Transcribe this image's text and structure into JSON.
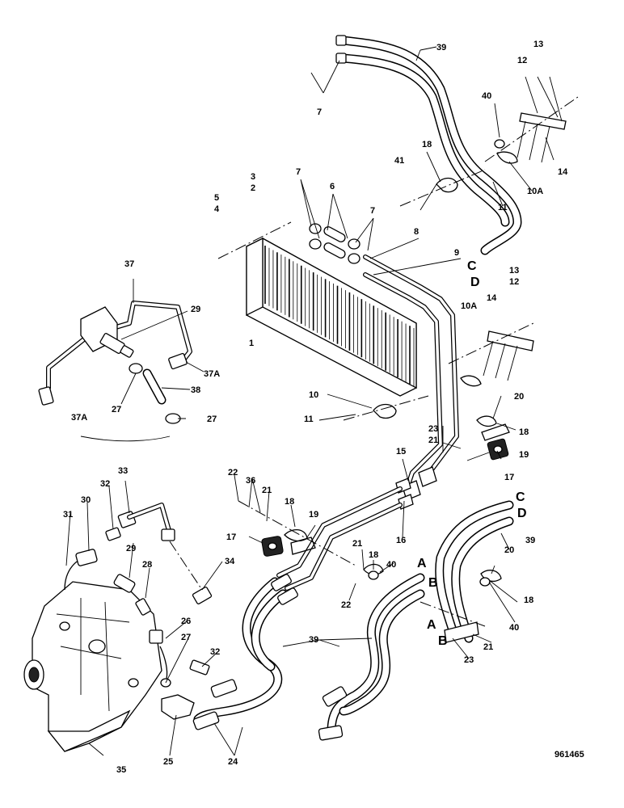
{
  "labels": [
    {
      "id": "39",
      "text": "39"
    },
    {
      "id": "13",
      "text": "13"
    },
    {
      "id": "12",
      "text": "12"
    },
    {
      "id": "7",
      "text": "7"
    },
    {
      "id": "40",
      "text": "40"
    },
    {
      "id": "18",
      "text": "18"
    },
    {
      "id": "41",
      "text": "41"
    },
    {
      "id": "14",
      "text": "14"
    },
    {
      "id": "10A",
      "text": "10A"
    },
    {
      "id": "11",
      "text": "11"
    },
    {
      "id": "3",
      "text": "3"
    },
    {
      "id": "2",
      "text": "2"
    },
    {
      "id": "6",
      "text": "6"
    },
    {
      "id": "5",
      "text": "5"
    },
    {
      "id": "4",
      "text": "4"
    },
    {
      "id": "8",
      "text": "8"
    },
    {
      "id": "9",
      "text": "9"
    },
    {
      "id": "C",
      "text": "C"
    },
    {
      "id": "D",
      "text": "D"
    },
    {
      "id": "37",
      "text": "37"
    },
    {
      "id": "29",
      "text": "29"
    },
    {
      "id": "1",
      "text": "1"
    },
    {
      "id": "37A",
      "text": "37A"
    },
    {
      "id": "27",
      "text": "27"
    },
    {
      "id": "38",
      "text": "38"
    },
    {
      "id": "10",
      "text": "10"
    },
    {
      "id": "20",
      "text": "20"
    },
    {
      "id": "23",
      "text": "23"
    },
    {
      "id": "21",
      "text": "21"
    },
    {
      "id": "19",
      "text": "19"
    },
    {
      "id": "17",
      "text": "17"
    },
    {
      "id": "15",
      "text": "15"
    },
    {
      "id": "33",
      "text": "33"
    },
    {
      "id": "32",
      "text": "32"
    },
    {
      "id": "30",
      "text": "30"
    },
    {
      "id": "31",
      "text": "31"
    },
    {
      "id": "22",
      "text": "22"
    },
    {
      "id": "36",
      "text": "36"
    },
    {
      "id": "16",
      "text": "16"
    },
    {
      "id": "28",
      "text": "28"
    },
    {
      "id": "34",
      "text": "34"
    },
    {
      "id": "A",
      "text": "A"
    },
    {
      "id": "B",
      "text": "B"
    },
    {
      "id": "26",
      "text": "26"
    },
    {
      "id": "35",
      "text": "35"
    },
    {
      "id": "25",
      "text": "25"
    },
    {
      "id": "24",
      "text": "24"
    }
  ],
  "drawing_number": "961465"
}
